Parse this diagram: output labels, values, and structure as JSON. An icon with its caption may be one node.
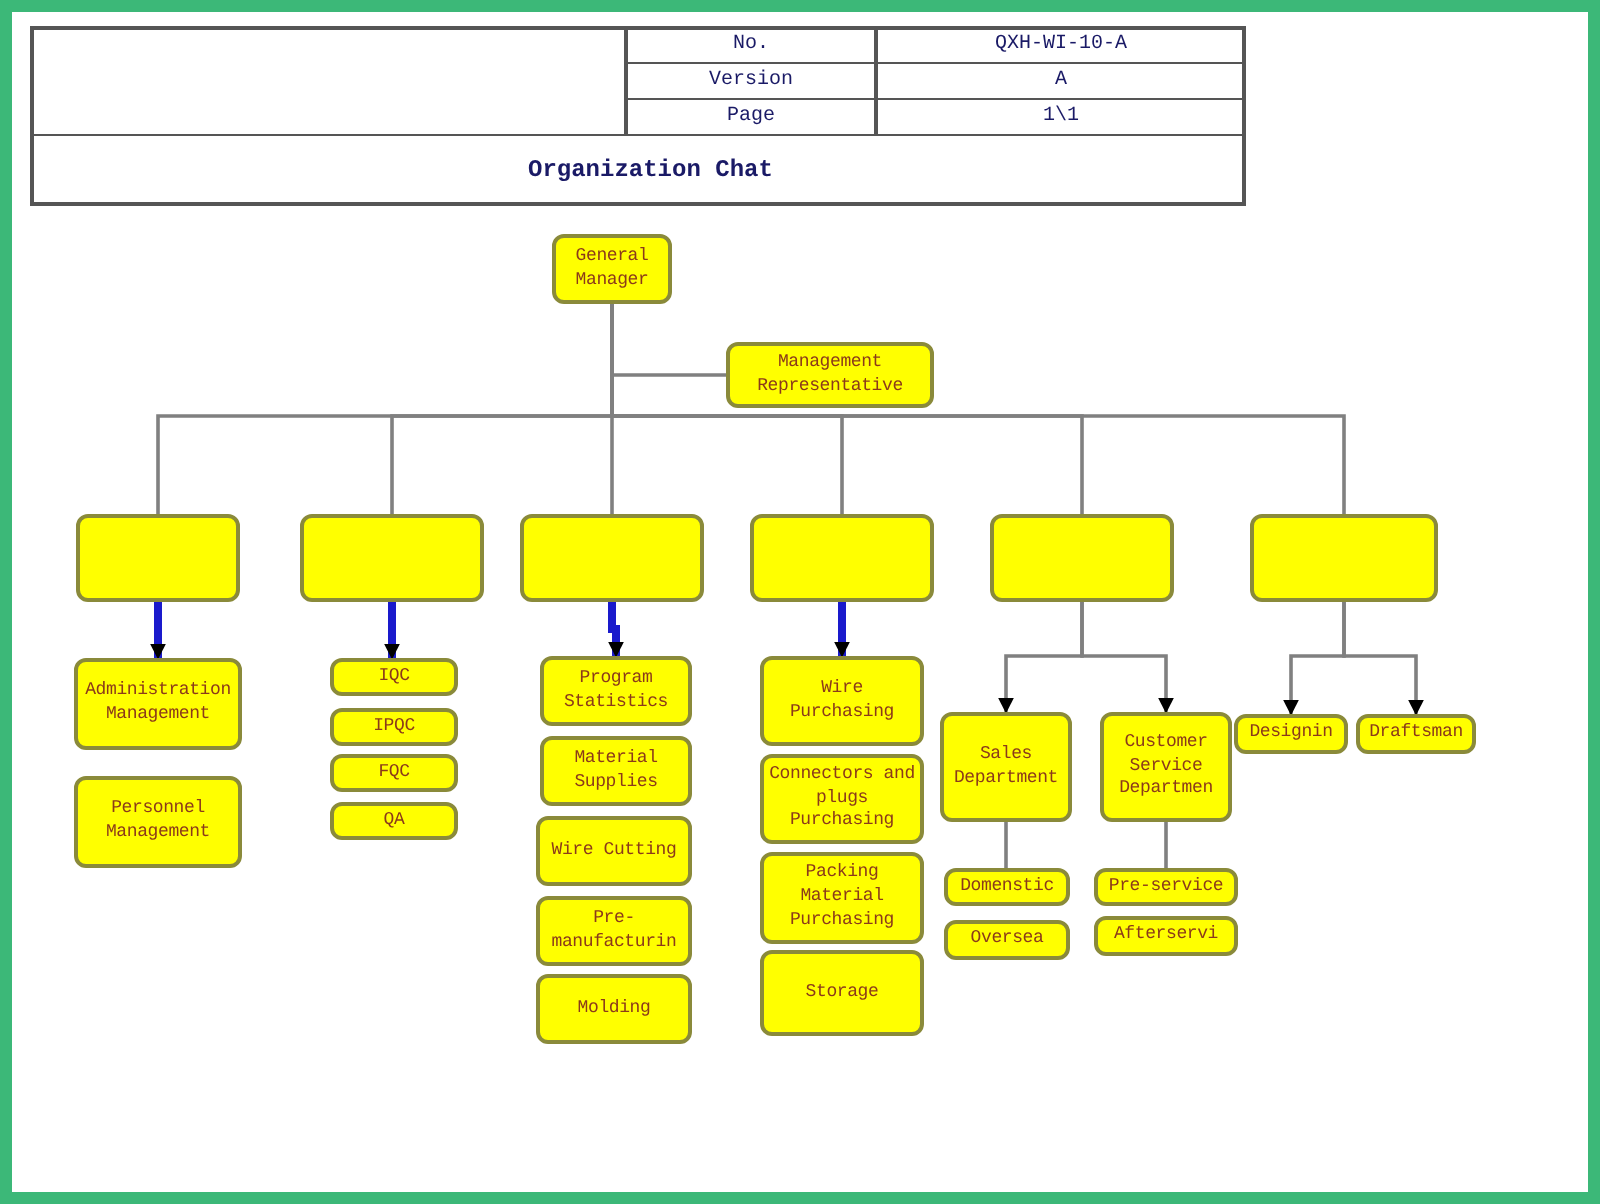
{
  "diagram": {
    "title": "Organization Chat",
    "nodes": [
      {
        "text": [
          "General Manager"
        ]
      },
      {
        "text": [
          "Management Representative"
        ]
      },
      {
        "text": [],
        "shape": "box"
      },
      {
        "text": [],
        "shape": "box"
      },
      {
        "text": [],
        "shape": "box"
      },
      {
        "text": [],
        "shape": "box"
      },
      {
        "text": [],
        "shape": "box"
      },
      {
        "text": [],
        "shape": "box"
      },
      {
        "text": [
          "Administration Management"
        ]
      },
      {
        "text": [
          "Personnel Management"
        ]
      },
      {
        "text": [
          "IQC"
        ]
      },
      {
        "text": [
          "IPQC"
        ]
      },
      {
        "text": [
          "FQC"
        ]
      },
      {
        "text": [
          "QA"
        ]
      },
      {
        "text": [
          "Program Statistics"
        ]
      },
      {
        "text": [
          "Material Supplies"
        ]
      },
      {
        "text": [
          "Wire Cutting"
        ]
      },
      {
        "text": [
          "Pre-manufacturin"
        ]
      },
      {
        "text": [
          "Molding"
        ]
      },
      {
        "text": [
          "Wire Purchasing"
        ]
      },
      {
        "text": [
          "Connectors and plugs Purchasing"
        ]
      },
      {
        "text": [
          "Packing Material Purchasing"
        ]
      },
      {
        "text": [
          "Storage"
        ]
      },
      {
        "text": [
          "Sales Department"
        ]
      },
      {
        "text": [
          "Customer Service Departmen"
        ]
      },
      {
        "text": [
          "Domenstic"
        ]
      },
      {
        "text": [
          "Oversea"
        ]
      },
      {
        "text": [
          "Pre-service"
        ]
      },
      {
        "text": [
          "Afterservi"
        ]
      },
      {
        "text": [
          "Designin"
        ]
      },
      {
        "text": [
          "Draftsman"
        ]
      }
    ],
    "edges": [
      {
        "from": 0,
        "to": 1,
        "arrow": "none"
      },
      {
        "from": 0,
        "to": 2,
        "arrow": "none"
      },
      {
        "from": 0,
        "to": 3,
        "arrow": "none"
      },
      {
        "from": 0,
        "to": 4,
        "arrow": "none"
      },
      {
        "from": 0,
        "to": 5,
        "arrow": "none"
      },
      {
        "from": 0,
        "to": 6,
        "arrow": "none"
      },
      {
        "from": 0,
        "to": 7,
        "arrow": "none"
      },
      {
        "from": 2,
        "to": 8,
        "arrow": "to",
        "style": "thick",
        "color": "#1a1acc"
      },
      {
        "from": 3,
        "to": 10,
        "arrow": "to",
        "style": "thick",
        "color": "#1a1acc"
      },
      {
        "from": 4,
        "to": 14,
        "arrow": "to",
        "style": "thick",
        "color": "#1a1acc"
      },
      {
        "from": 5,
        "to": 19,
        "arrow": "to",
        "style": "thick",
        "color": "#1a1acc"
      },
      {
        "from": 6,
        "to": 23,
        "arrow": "to"
      },
      {
        "from": 6,
        "to": 24,
        "arrow": "to"
      },
      {
        "from": 7,
        "to": 29,
        "arrow": "to"
      },
      {
        "from": 7,
        "to": 30,
        "arrow": "to"
      },
      {
        "from": 23,
        "to": 25,
        "arrow": "none"
      },
      {
        "from": 24,
        "to": 27,
        "arrow": "none"
      }
    ],
    "labels": [
      "No.",
      "QXH-WI-10-A",
      "Version",
      "A",
      "Page",
      "1\\1"
    ]
  }
}
